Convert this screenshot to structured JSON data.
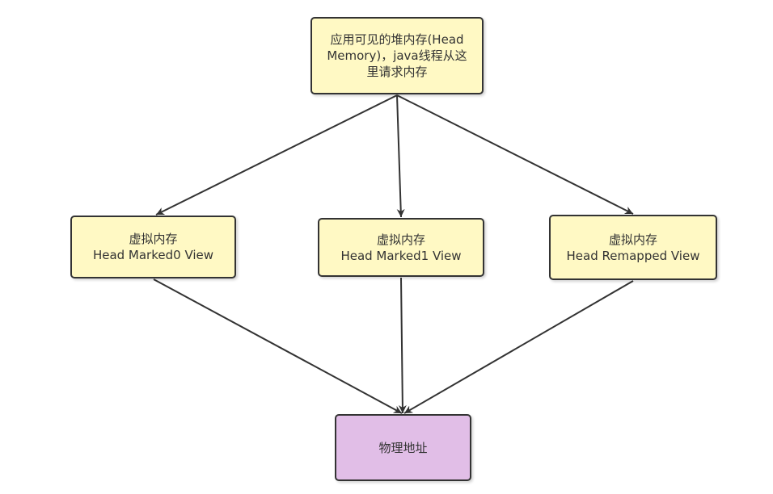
{
  "colors": {
    "virtual_fill": "#FFF9C4",
    "physical_fill": "#E1BEE7",
    "stroke": "#333333"
  },
  "nodes": {
    "heap": {
      "label": "应用可见的堆内存(Head\nMemory)，java线程从这\n里请求内存"
    },
    "marked0": {
      "label": "虚拟内存\nHead Marked0 View"
    },
    "marked1": {
      "label": "虚拟内存\nHead Marked1 View"
    },
    "remapped": {
      "label": "虚拟内存\nHead Remapped View"
    },
    "physical": {
      "label": "物理地址"
    }
  },
  "edges": [
    {
      "from": "heap",
      "to": "marked0"
    },
    {
      "from": "heap",
      "to": "marked1"
    },
    {
      "from": "heap",
      "to": "remapped"
    },
    {
      "from": "marked0",
      "to": "physical"
    },
    {
      "from": "marked1",
      "to": "physical"
    },
    {
      "from": "remapped",
      "to": "physical"
    }
  ]
}
